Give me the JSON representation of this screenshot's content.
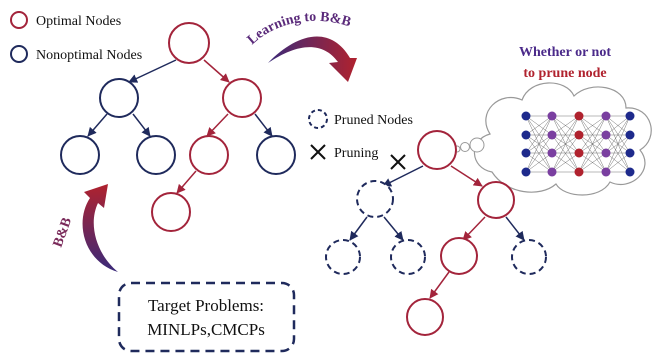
{
  "legend": {
    "optimal_label": "Optimal Nodes",
    "nonoptimal_label": "Nonoptimal Nodes",
    "pruned_label": "Pruned Nodes",
    "pruning_label": "Pruning"
  },
  "arrows": {
    "learning_label": "Learning to B&B",
    "bb_label": "B&B"
  },
  "thought": {
    "line1": "Whether or not",
    "line2": "to prune node"
  },
  "target_box": {
    "line1": "Target Problems:",
    "line2": "MINLPs,CMCPs"
  },
  "colors": {
    "optimal": "#a3243b",
    "nonoptimal": "#1f2a5c",
    "nn_blue": "#1e2a8c",
    "nn_purple": "#7a3fa0",
    "nn_red": "#b0222e",
    "title_purple": "#4b2a8a",
    "title_red": "#b0222e"
  },
  "icons": [
    "cross-icon",
    "neural-network-icon",
    "thought-cloud-icon",
    "curved-arrow-icon"
  ]
}
